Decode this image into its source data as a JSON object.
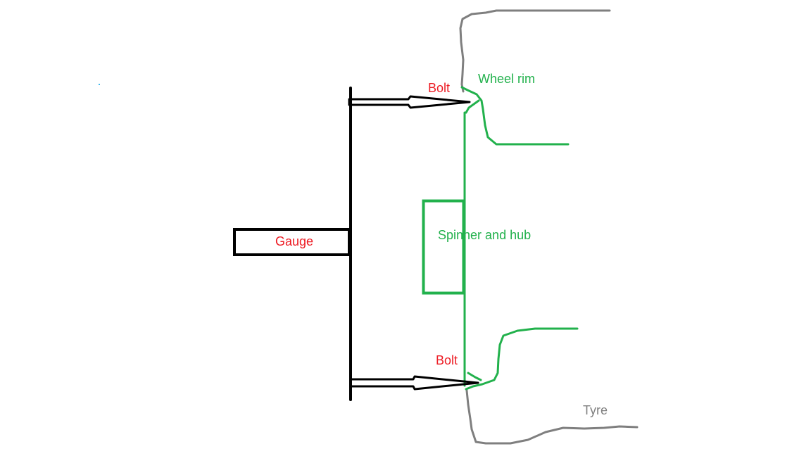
{
  "labels": {
    "gauge": "Gauge",
    "bolt_top": "Bolt",
    "bolt_bottom": "Bolt",
    "wheel_rim": "Wheel rim",
    "spinner_hub": "Spinner and hub",
    "tyre": "Tyre"
  },
  "colors": {
    "background": "#ffffff",
    "gauge_frame": "#000000",
    "rim_and_hub": "#22b14c",
    "tyre": "#7f7f7f",
    "component_label": "#ed1c24",
    "wheel_label": "#22b14c",
    "tyre_label": "#7f7f7f"
  }
}
